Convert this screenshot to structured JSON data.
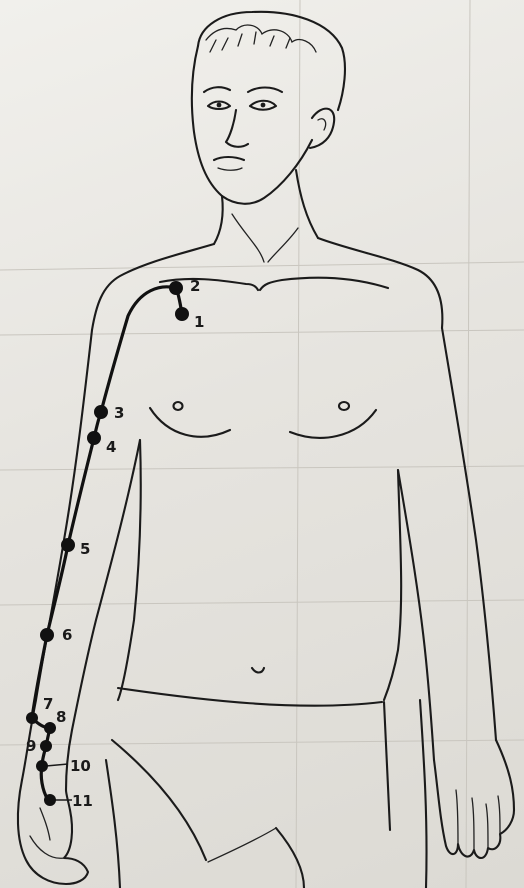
{
  "points": [
    {
      "label": "1"
    },
    {
      "label": "2"
    },
    {
      "label": "3"
    },
    {
      "label": "4"
    },
    {
      "label": "5"
    },
    {
      "label": "6"
    },
    {
      "label": "7"
    },
    {
      "label": "8"
    },
    {
      "label": "9"
    },
    {
      "label": "10"
    },
    {
      "label": "11"
    }
  ],
  "colors": {
    "ink": "#111111",
    "paper": "#eeede9"
  }
}
